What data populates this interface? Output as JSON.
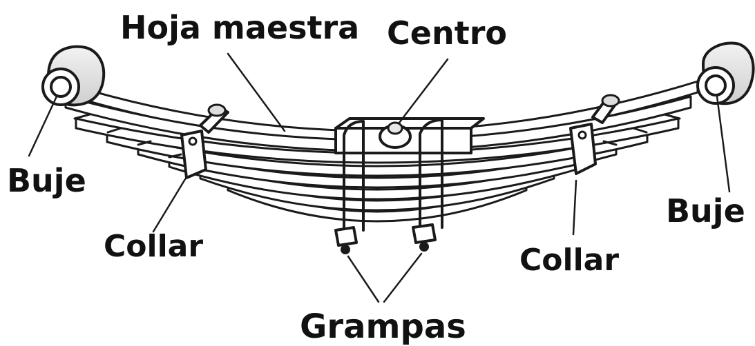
{
  "labels": {
    "hoja_maestra": "Hoja maestra",
    "centro": "Centro",
    "buje_left": "Buje",
    "buje_right": "Buje",
    "collar_left": "Collar",
    "collar_right": "Collar",
    "grampas": "Grampas"
  },
  "colors": {
    "line": "#1a1a1a",
    "text": "#111111",
    "shade": "#d9d9d9",
    "background": "#ffffff"
  }
}
